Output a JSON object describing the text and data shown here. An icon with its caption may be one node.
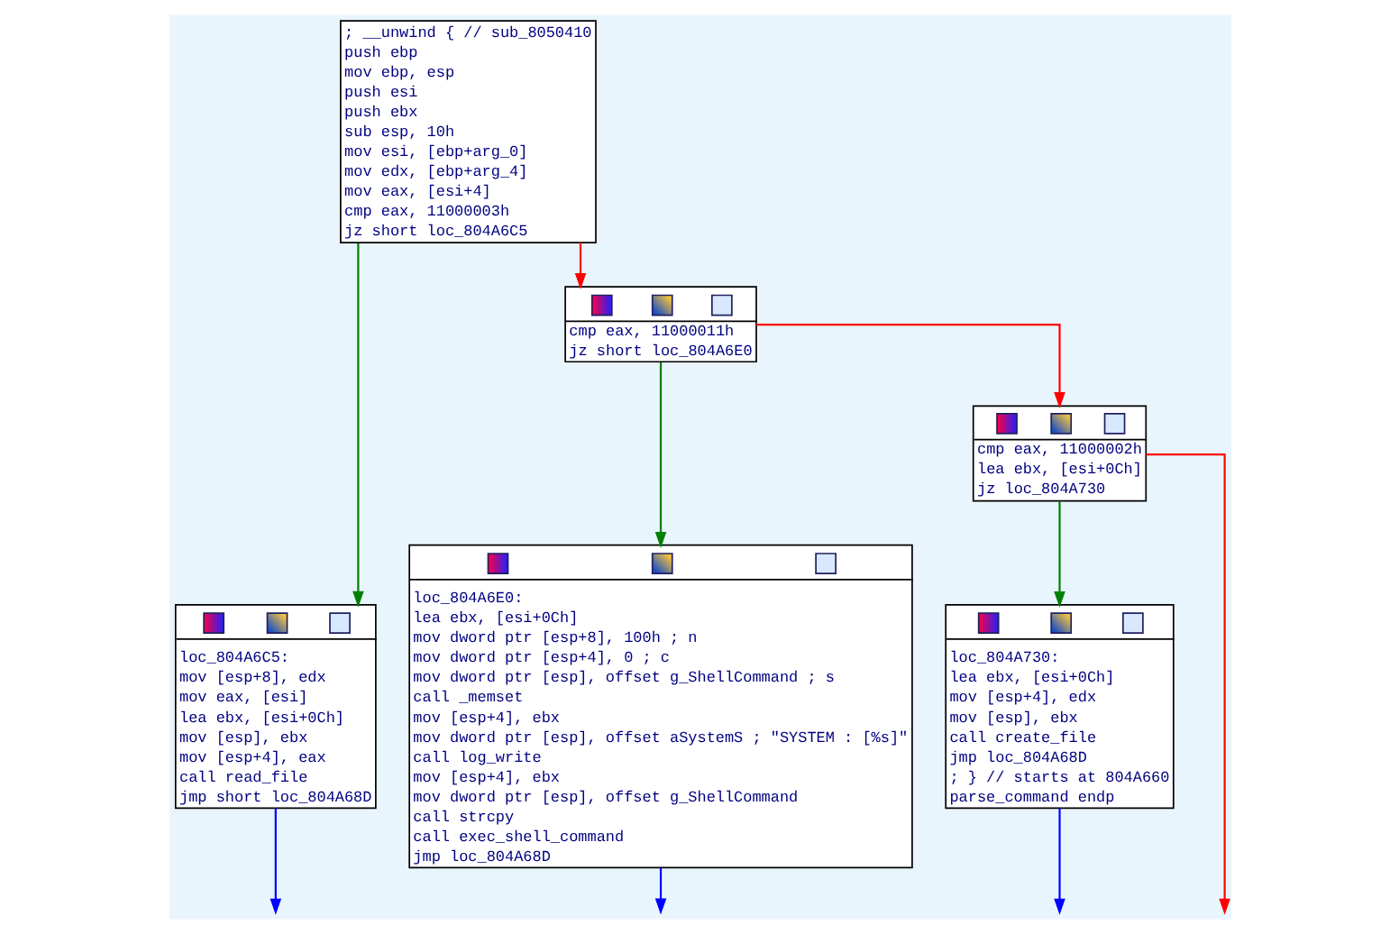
{
  "diagram": {
    "nodes": [
      {
        "text": [
          "; __unwind { // sub_8050410",
          "push ebp",
          "mov ebp, esp",
          "push esi",
          "push ebx",
          "sub esp, 10h",
          "mov esi, [ebp+arg_0]",
          "mov edx, [ebp+arg_4]",
          "mov eax, [esi+4]",
          "cmp eax, 11000003h",
          "jz short loc_804A6C5"
        ]
      },
      {
        "text": [
          "cmp eax, 11000011h",
          "jz short loc_804A6E0"
        ]
      },
      {
        "text": [
          "cmp eax, 11000002h",
          "lea ebx, [esi+0Ch]",
          "jz loc_804A730"
        ]
      },
      {
        "text": [
          "loc_804A6C5:",
          "mov [esp+8], edx",
          "mov eax, [esi]",
          "lea ebx, [esi+0Ch]",
          "mov [esp], ebx",
          "mov [esp+4], eax",
          "call read_file",
          "jmp short loc_804A68D"
        ]
      },
      {
        "text": [
          "loc_804A6E0:",
          "lea ebx, [esi+0Ch]",
          "mov dword ptr [esp+8], 100h ; n",
          "mov dword ptr [esp+4], 0 ; c",
          "mov dword ptr [esp], offset g_ShellCommand ; s",
          "call _memset",
          "mov [esp+4], ebx",
          "mov dword ptr [esp], offset aSystemS ; \"SYSTEM : [%s]\"",
          "call log_write",
          "mov [esp+4], ebx",
          "mov dword ptr [esp], offset g_ShellCommand",
          "call strcpy",
          "call exec_shell_command",
          "jmp loc_804A68D"
        ]
      },
      {
        "text": [
          "loc_804A730:",
          "lea ebx, [esi+0Ch]",
          "mov [esp+4], edx",
          "mov [esp], ebx",
          "call create_file",
          "jmp loc_804A68D",
          "; } // starts at 804A660",
          "parse_command endp"
        ]
      }
    ],
    "edges": [
      {
        "from": 0,
        "to": 3,
        "arrow": "to",
        "color": "#008000"
      },
      {
        "from": 0,
        "to": 1,
        "arrow": "to",
        "color": "#ff0000"
      },
      {
        "from": 1,
        "to": 4,
        "arrow": "to",
        "color": "#008000"
      },
      {
        "from": 1,
        "to": 2,
        "arrow": "to",
        "color": "#ff0000"
      },
      {
        "from": 2,
        "to": 5,
        "arrow": "to",
        "color": "#008000"
      },
      {
        "from": 2,
        "to": null,
        "arrow": "to",
        "color": "#ff0000"
      },
      {
        "from": 3,
        "to": null,
        "arrow": "to",
        "color": "#0000ff"
      },
      {
        "from": 4,
        "to": null,
        "arrow": "to",
        "color": "#0000ff"
      },
      {
        "from": 5,
        "to": null,
        "arrow": "to",
        "color": "#0000ff"
      }
    ]
  }
}
